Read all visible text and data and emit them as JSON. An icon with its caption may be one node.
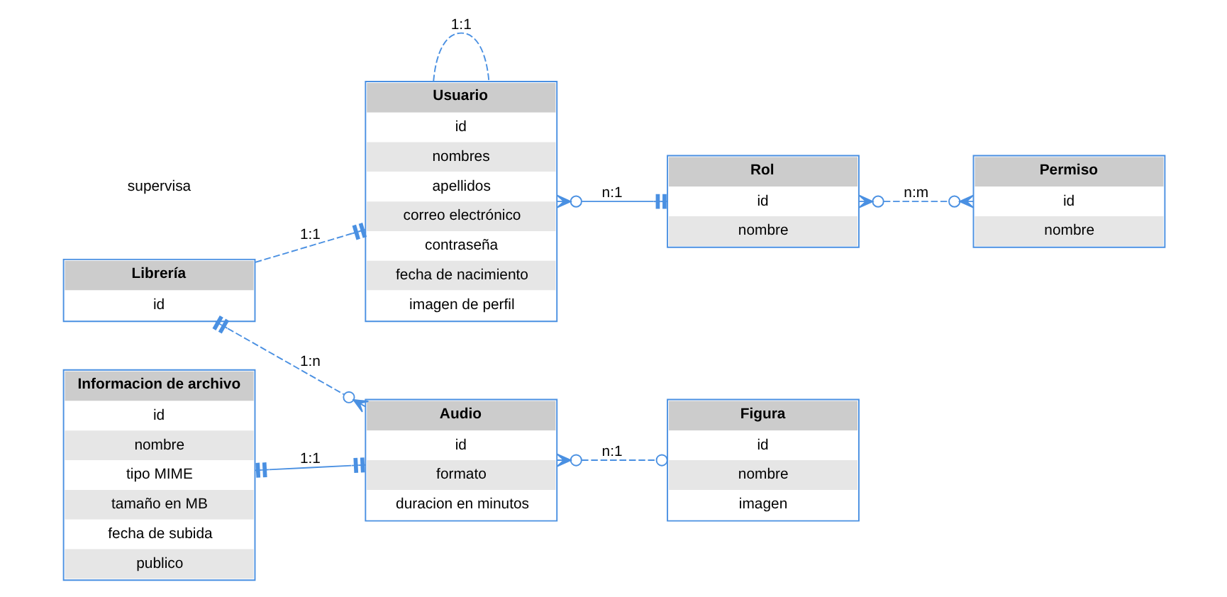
{
  "diagram": {
    "nodes": [
      {
        "text": [
          "Usuario",
          "id",
          "nombres",
          "apellidos",
          "correo electrónico",
          "contraseña",
          "fecha de nacimiento",
          "imagen de perfil"
        ]
      },
      {
        "text": [
          "Librería",
          "id"
        ]
      },
      {
        "text": [
          "Rol",
          "id",
          "nombre"
        ]
      },
      {
        "text": [
          "Permiso",
          "id",
          "nombre"
        ]
      },
      {
        "text": [
          "Informacion de archivo",
          "id",
          "nombre",
          "tipo MIME",
          "tamaño en MB",
          "fecha de subida",
          "publico"
        ]
      },
      {
        "text": [
          "Audio",
          "id",
          "formato",
          "duracion en minutos"
        ]
      },
      {
        "text": [
          "Figura",
          "id",
          "nombre",
          "imagen"
        ]
      }
    ],
    "edges": [
      {
        "from": 1,
        "to": 0,
        "arrow": "other",
        "label": "1:1",
        "style": "dashed"
      },
      {
        "from": 0,
        "to": 0,
        "arrow": "none",
        "label": "1:1",
        "style": "dashed"
      },
      {
        "from": 0,
        "to": 2,
        "arrow": "other",
        "label": "n:1"
      },
      {
        "from": 2,
        "to": 3,
        "arrow": "other",
        "label": "n:m",
        "style": "dashed"
      },
      {
        "from": 1,
        "to": 5,
        "arrow": "other",
        "label": "1:n",
        "style": "dashed"
      },
      {
        "from": 4,
        "to": 5,
        "arrow": "other",
        "label": "1:1"
      },
      {
        "from": 5,
        "to": 6,
        "arrow": "other",
        "label": "n:1",
        "style": "dashed"
      }
    ],
    "labels": [
      "supervisa"
    ]
  }
}
